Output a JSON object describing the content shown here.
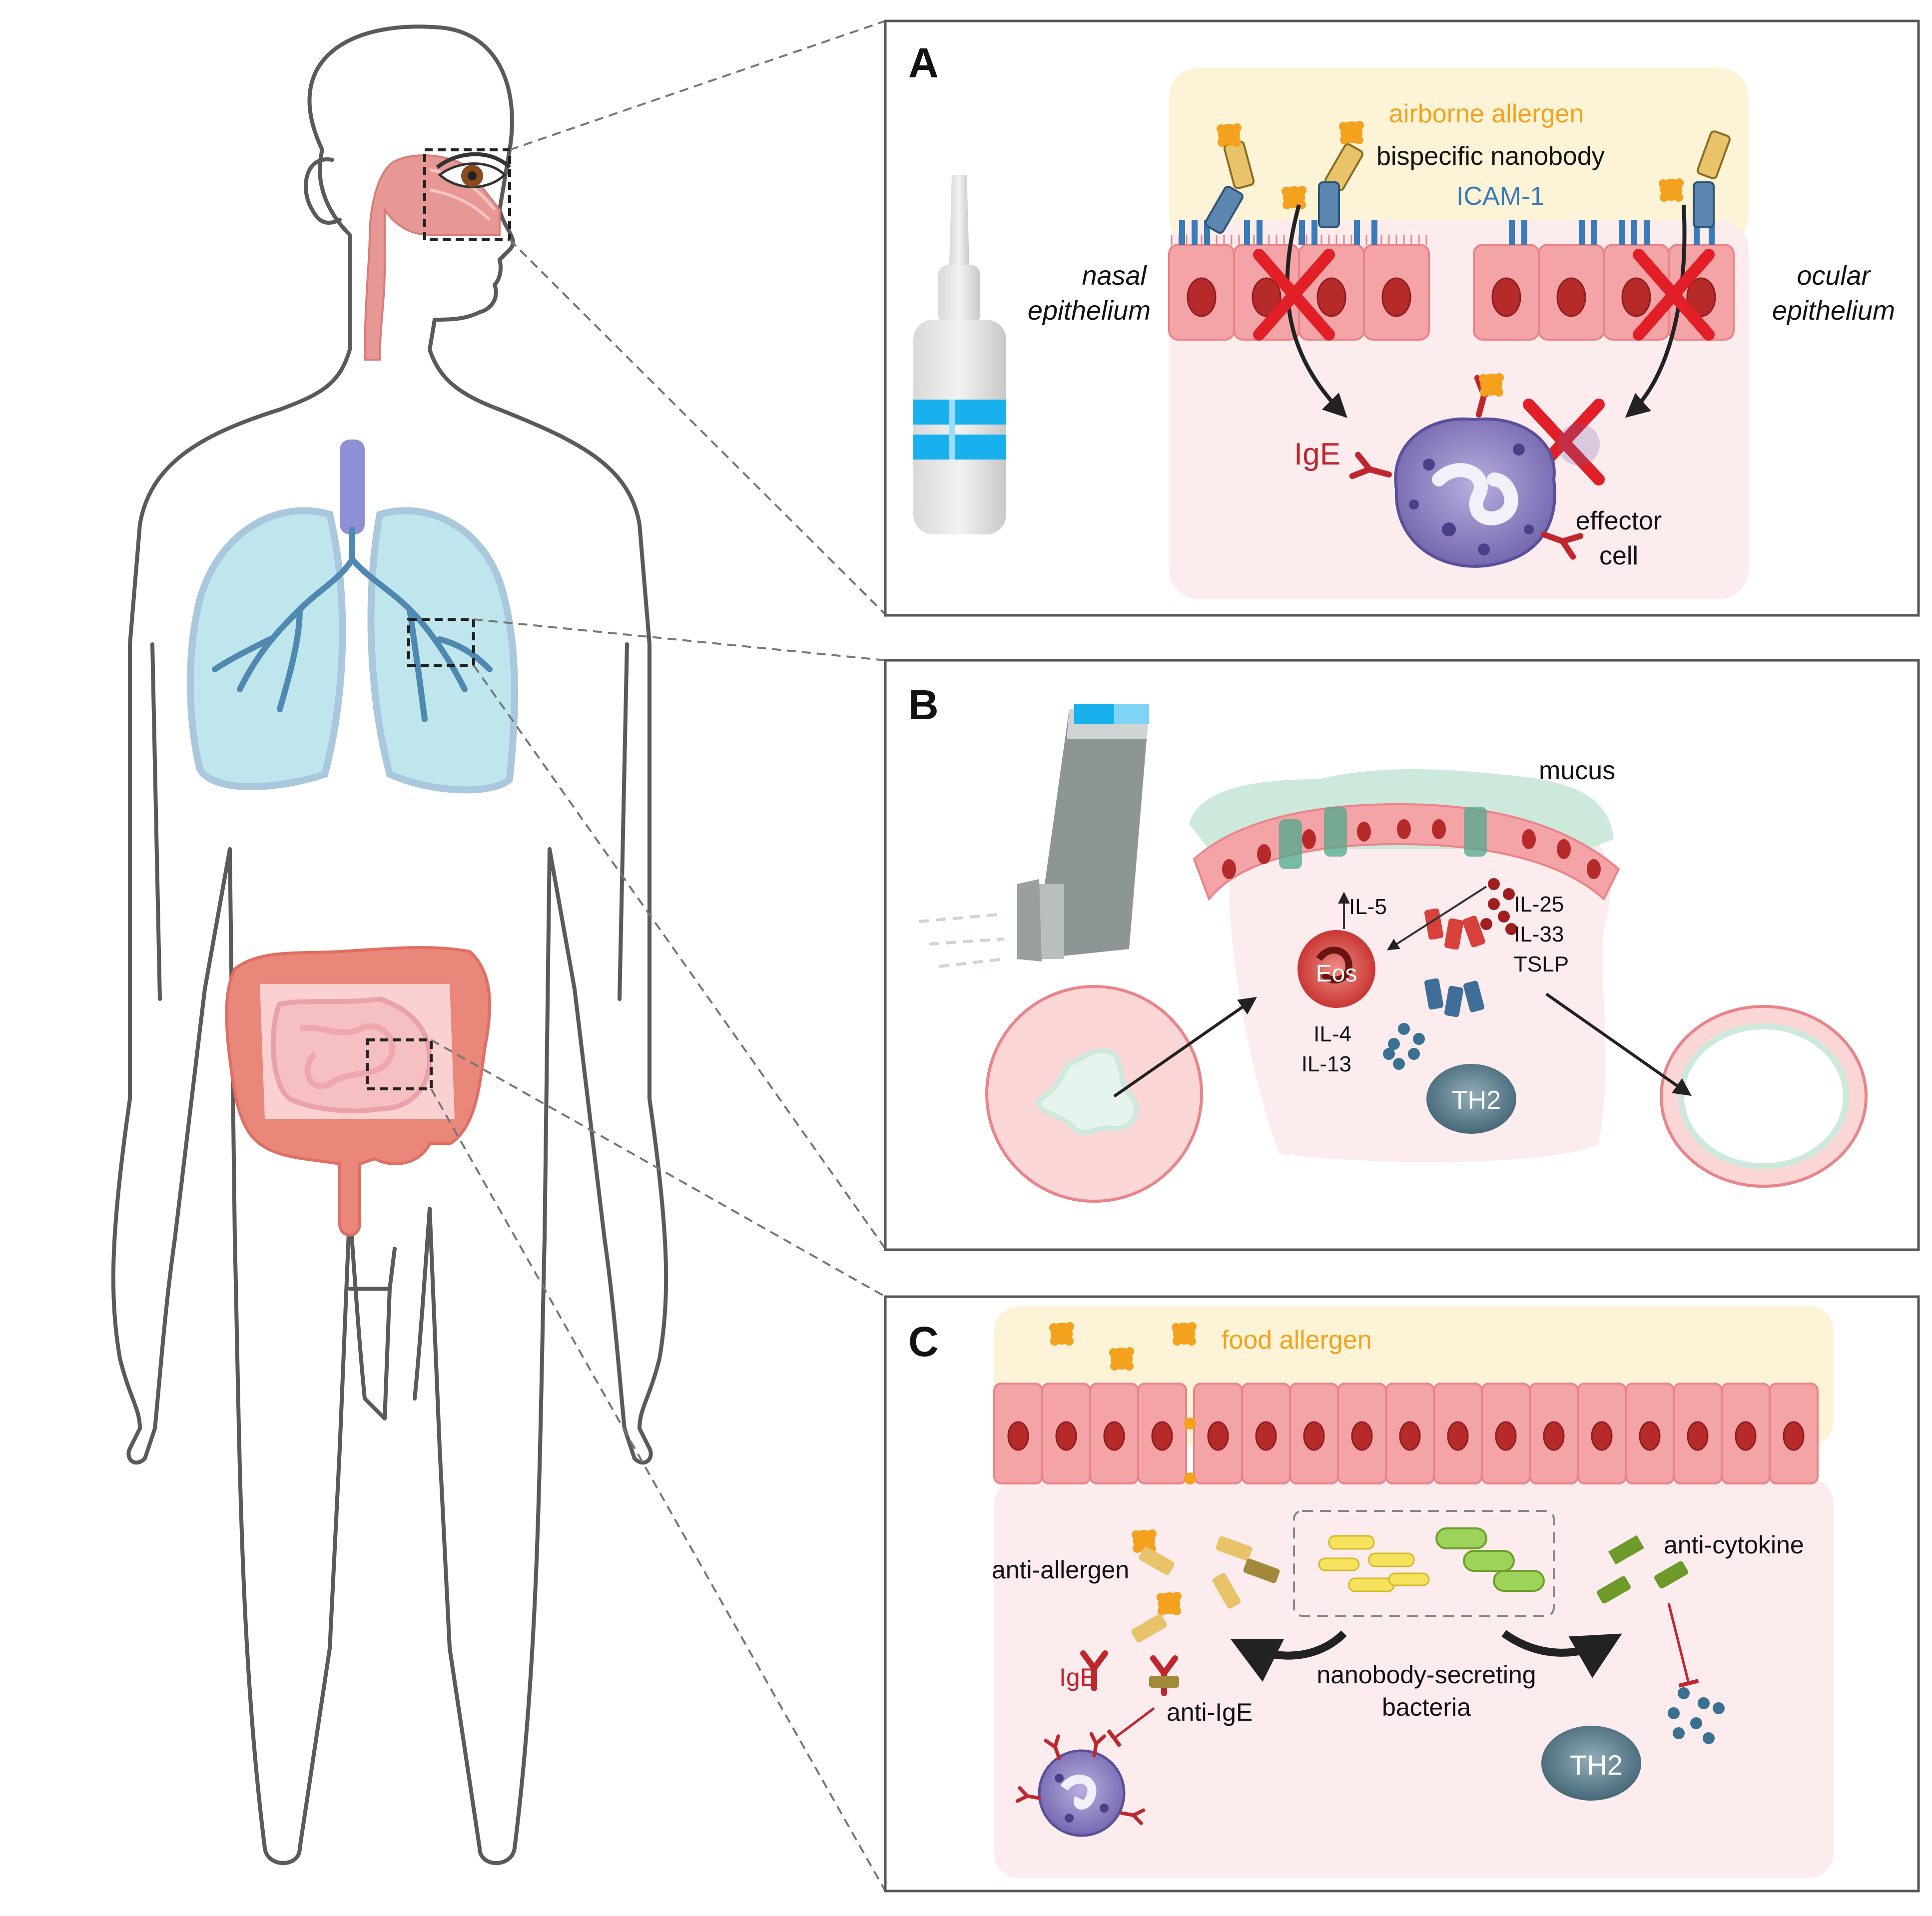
{
  "colors": {
    "outline": "#5a5a5a",
    "allergen_orange": "#f4a21e",
    "icam_blue": "#3a7ab8",
    "ige_red": "#c0272d",
    "cross_red": "#e21f26",
    "epithelium_pink": "#f4a3a6",
    "submucosa_pink": "#fcecee",
    "airborne_yellow": "#fdf4d8",
    "lung_teal": "#bfe6ec",
    "eos_red": "#d9413f",
    "th2_slate": "#5f8293",
    "bacteria_green": "#8cc84b",
    "effector_purple": "#8a7cc4"
  },
  "panel_a": {
    "letter": "A",
    "airborne_allergen": "airborne allergen",
    "bispecific_nanobody": "bispecific nanobody",
    "icam": "ICAM-1",
    "nasal_1": "nasal",
    "nasal_2": "epithelium",
    "ocular_1": "ocular",
    "ocular_2": "epithelium",
    "ige": "IgE",
    "effector_1": "effector",
    "effector_2": "cell"
  },
  "panel_b": {
    "letter": "B",
    "mucus": "mucus",
    "il5": "IL-5",
    "il25": "IL-25",
    "il33": "IL-33",
    "tslp": "TSLP",
    "eos": "Eos",
    "il4": "IL-4",
    "il13": "IL-13",
    "th2": "TH2"
  },
  "panel_c": {
    "letter": "C",
    "food_allergen": "food allergen",
    "anti_allergen": "anti-allergen",
    "anti_cytokine": "anti-cytokine",
    "ige": "IgE",
    "anti_ige": "anti-IgE",
    "bacteria_1": "nanobody-secreting",
    "bacteria_2": "bacteria",
    "th2": "TH2"
  }
}
